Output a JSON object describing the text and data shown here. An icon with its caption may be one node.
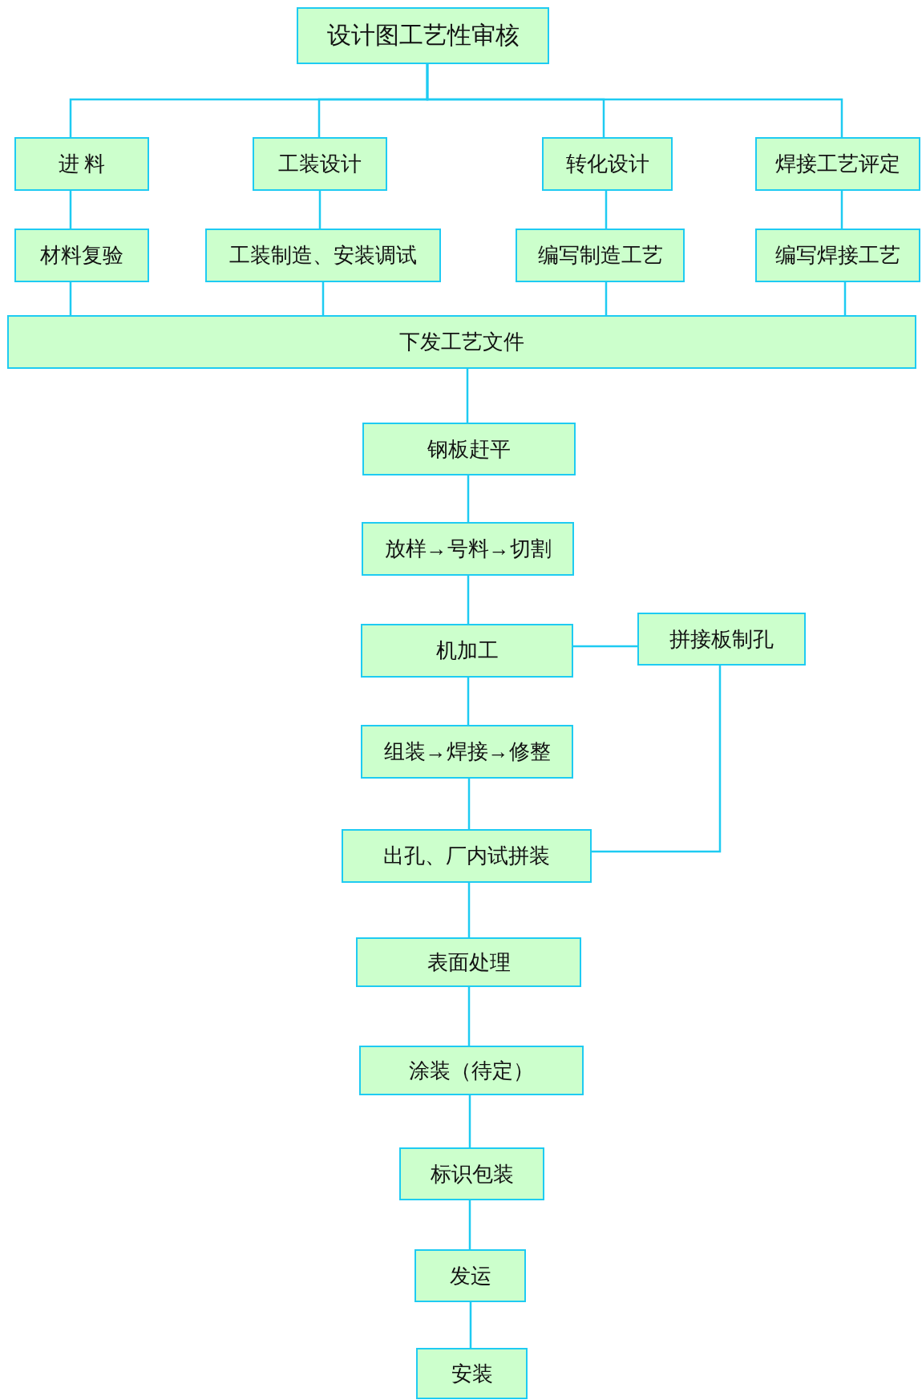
{
  "diagram": {
    "nodes": [
      {
        "text": [
          "设计图工艺性审核"
        ]
      },
      {
        "text": [
          "进 料"
        ]
      },
      {
        "text": [
          "工装设计"
        ]
      },
      {
        "text": [
          "转化设计"
        ]
      },
      {
        "text": [
          "焊接工艺评定"
        ]
      },
      {
        "text": [
          "材料复验"
        ]
      },
      {
        "text": [
          "工装制造、安装调试"
        ]
      },
      {
        "text": [
          "编写制造工艺"
        ]
      },
      {
        "text": [
          "编写焊接工艺"
        ]
      },
      {
        "text": [
          "下发工艺文件"
        ]
      },
      {
        "text": [
          "钢板赶平"
        ]
      },
      {
        "text": [
          "放样→号料→切割"
        ]
      },
      {
        "text": [
          "机加工"
        ]
      },
      {
        "text": [
          "拼接板制孔"
        ]
      },
      {
        "text": [
          "组装→焊接→修整"
        ]
      },
      {
        "text": [
          "出孔、厂内试拼装"
        ]
      },
      {
        "text": [
          "表面处理"
        ]
      },
      {
        "text": [
          "涂装（待定）"
        ]
      },
      {
        "text": [
          "标识包装"
        ]
      },
      {
        "text": [
          "发运"
        ]
      },
      {
        "text": [
          "安装"
        ]
      }
    ],
    "edges": [
      {
        "from": 0,
        "to": 1,
        "arrow": "none"
      },
      {
        "from": 0,
        "to": 2,
        "arrow": "none"
      },
      {
        "from": 0,
        "to": 3,
        "arrow": "none"
      },
      {
        "from": 0,
        "to": 4,
        "arrow": "none"
      },
      {
        "from": 1,
        "to": 5,
        "arrow": "none"
      },
      {
        "from": 2,
        "to": 6,
        "arrow": "none"
      },
      {
        "from": 3,
        "to": 7,
        "arrow": "none"
      },
      {
        "from": 4,
        "to": 8,
        "arrow": "none"
      },
      {
        "from": 5,
        "to": 9,
        "arrow": "none"
      },
      {
        "from": 6,
        "to": 9,
        "arrow": "none"
      },
      {
        "from": 7,
        "to": 9,
        "arrow": "none"
      },
      {
        "from": 8,
        "to": 9,
        "arrow": "none"
      },
      {
        "from": 9,
        "to": 10,
        "arrow": "none"
      },
      {
        "from": 10,
        "to": 11,
        "arrow": "none"
      },
      {
        "from": 11,
        "to": 12,
        "arrow": "none"
      },
      {
        "from": 12,
        "to": 13,
        "arrow": "none"
      },
      {
        "from": 12,
        "to": 14,
        "arrow": "none"
      },
      {
        "from": 14,
        "to": 15,
        "arrow": "none"
      },
      {
        "from": 13,
        "to": 15,
        "arrow": "none"
      },
      {
        "from": 15,
        "to": 16,
        "arrow": "none"
      },
      {
        "from": 16,
        "to": 17,
        "arrow": "none"
      },
      {
        "from": 17,
        "to": 18,
        "arrow": "none"
      },
      {
        "from": 18,
        "to": 19,
        "arrow": "none"
      },
      {
        "from": 19,
        "to": 20,
        "arrow": "none"
      }
    ]
  }
}
